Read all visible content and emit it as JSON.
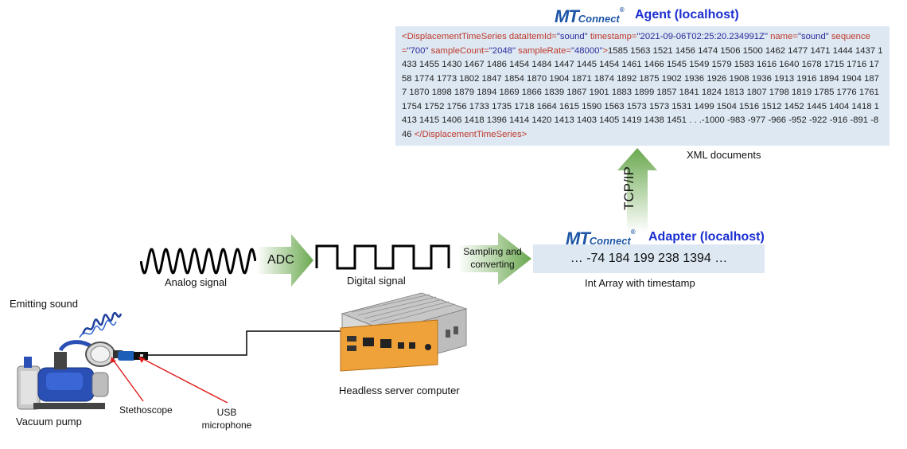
{
  "agent": {
    "logo_mt": "MT",
    "logo_connect": "Connect",
    "logo_reg": "®",
    "title": "Agent (localhost)",
    "xml": {
      "open_tag": "<DisplacementTimeSeries",
      "attr1_name": " dataItemId=",
      "attr1_value": "\"sound\"",
      "attr2_name": " timestamp=",
      "attr2_value": "\"2021-09-06T02:25:20.234991Z\"",
      "attr3_name": " name=",
      "attr3_value": "\"sound\"",
      "attr4_name": " sequence=",
      "attr4_value": "\"700\"",
      "attr5_name": " sampleCount=",
      "attr5_value": "\"2048\"",
      "attr6_name": " sampleRate=",
      "attr6_value": "\"48000\"",
      "close_bracket": ">",
      "values": "1585 1563 1521 1456 1474 1506 1500 1462 1477 1471 1444 1437 1433 1455 1430 1467 1486 1454 1484 1447 1445 1454 1461 1466 1545 1549 1579 1583 1616 1640 1678 1715 1716 1758 1774 1773 1802 1847 1854 1870 1904 1871 1874 1892 1875 1902 1936 1926 1908 1936 1913 1916 1894 1904 1877 1870 1898 1879 1894 1869 1866 1839 1867 1901 1883 1899 1857 1841 1824 1813 1807 1798 1819 1785 1776 1761 1754 1752 1756 1733 1735 1718 1664 1615 1590 1563 1573 1573 1531 1499 1504 1516 1512 1452 1445 1404 1418 1413 1415 1406 1418 1396 1414 1420 1413 1403 1405 1419 1438 1451 . . .-1000 -983 -977 -966 -952 -922 -916 -891 -846 ",
      "end_tag": "</DisplacementTimeSeries>"
    },
    "caption": "XML documents"
  },
  "adapter": {
    "logo_mt": "MT",
    "logo_connect": "Connect",
    "logo_reg": "®",
    "title": "Adapter (localhost)",
    "data": "… -74 184 199 238 1394 …",
    "caption": "Int Array with timestamp"
  },
  "transport": {
    "label": "TCP/IP"
  },
  "signals": {
    "analog_label": "Analog signal",
    "adc_label": "ADC",
    "digital_label": "Digital signal",
    "sampling_label_line1": "Sampling and",
    "sampling_label_line2": "converting"
  },
  "hardware": {
    "emitting_label": "Emitting sound",
    "pump_label": "Vacuum pump",
    "stethoscope_label": "Stethoscope",
    "usb_label_line1": "USB",
    "usb_label_line2": "microphone",
    "server_label": "Headless server computer"
  },
  "colors": {
    "arrow_green": "#6aa84f",
    "mt_blue": "#1d56a6",
    "title_blue": "#1b2fd1",
    "box_fill": "#dde8f3",
    "server_orange": "#f0a23a",
    "pump_blue": "#2a4fb5",
    "pointer_red": "#e01b1b"
  }
}
